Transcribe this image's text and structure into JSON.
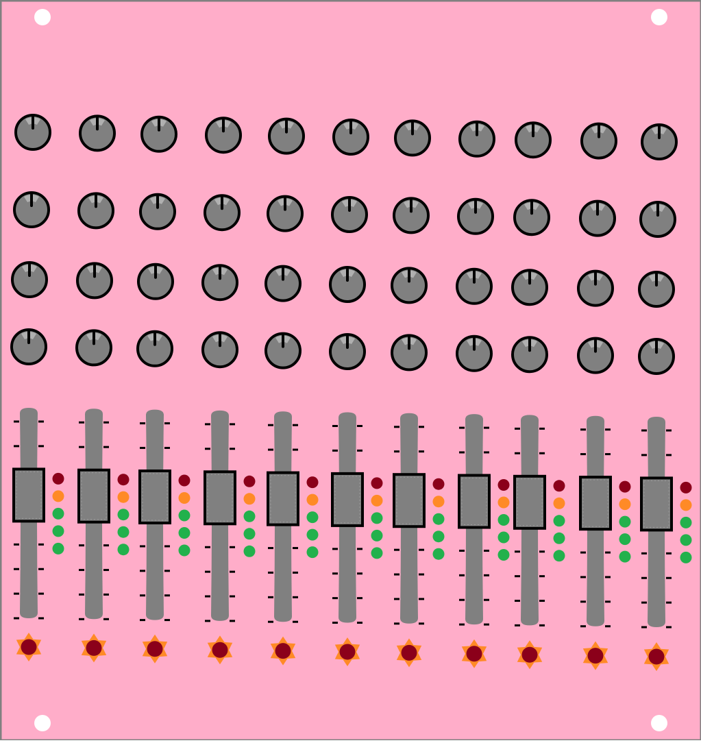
{
  "panel": {
    "background": "#ffadc9",
    "frame_color": "#808080",
    "mount_hole_color": "#ffffff"
  },
  "colors": {
    "knob_body": "#808080",
    "knob_highlight": "#b0b0b0",
    "knob_outline": "#000000",
    "slider_track": "#808080",
    "slider_tick": "#000000",
    "slider_handle_outline": "#000000",
    "led_red": "#8b001a",
    "led_orange": "#ff8a26",
    "led_green": "#22b14c",
    "button_star": "#ff8a26",
    "button_center": "#8b001a"
  },
  "channels": 11,
  "knob_rows": 4,
  "knob_icon": "rotary-knob-icon",
  "slider_icon": "fader-slider-icon",
  "button_icon": "star-push-button-icon",
  "led_order": [
    "led_red",
    "led_orange",
    "led_green",
    "led_green",
    "led_green"
  ]
}
